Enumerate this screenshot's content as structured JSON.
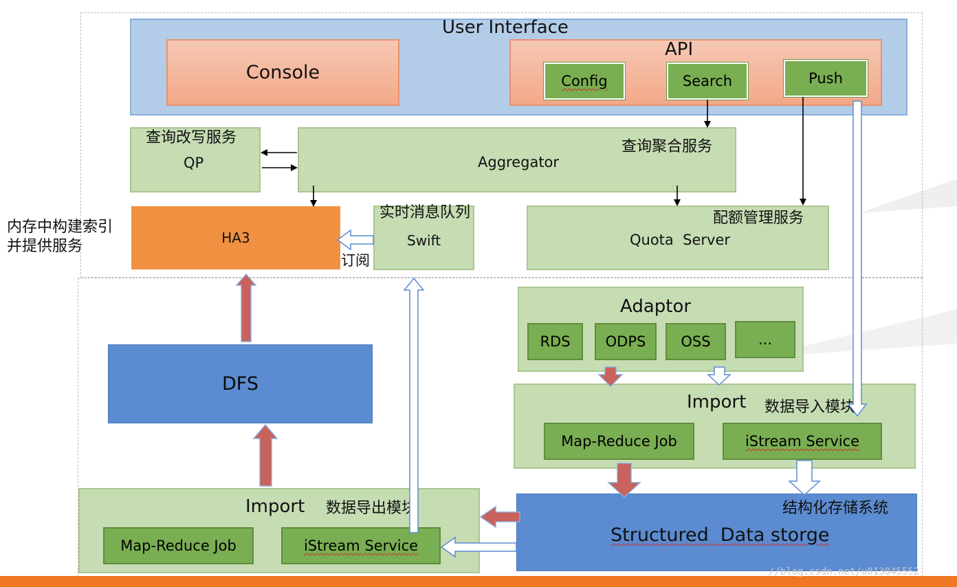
{
  "user_interface": {
    "title": "User Interface",
    "console": "Console",
    "api": "API",
    "config": "Config",
    "search": "Search",
    "push": "Push"
  },
  "qp": {
    "cn_label": "查询改写服务",
    "label": "QP"
  },
  "aggregator": {
    "label": "Aggregator",
    "cn_label": "查询聚合服务"
  },
  "ha3": {
    "label": "HA3",
    "side_cn_line1": "内存中构建索引",
    "side_cn_line2": "并提供服务",
    "subscribe_cn": "订阅"
  },
  "swift": {
    "cn_label": "实时消息队列",
    "label": "Swift"
  },
  "quota": {
    "cn_label": "配额管理服务",
    "label": "Quota  Server"
  },
  "adaptor": {
    "label": "Adaptor",
    "items": [
      "RDS",
      "ODPS",
      "OSS",
      "..."
    ]
  },
  "import_right": {
    "label": "Import",
    "cn_label": "数据导入模块",
    "job": "Map-Reduce Job",
    "service": "iStream Service"
  },
  "dfs": {
    "label": "DFS"
  },
  "import_left": {
    "label": "Import",
    "cn_label": "数据导出模块",
    "job": "Map-Reduce Job",
    "service": "iStream Service"
  },
  "storage": {
    "label": "Structured  Data storge",
    "cn_label": "结构化存储系统"
  },
  "watermark": "//blog.csdn.net/u013045552",
  "colors": {
    "ui_blue": "#b3cde8",
    "salmon": "#f3a888",
    "light_green": "#c6dcb3",
    "dark_green": "#7aae52",
    "ha3_orange": "#f09142",
    "storage_blue": "#5b8bd0",
    "red_arrow": "#c9615c",
    "footer_orange": "#f07822"
  }
}
